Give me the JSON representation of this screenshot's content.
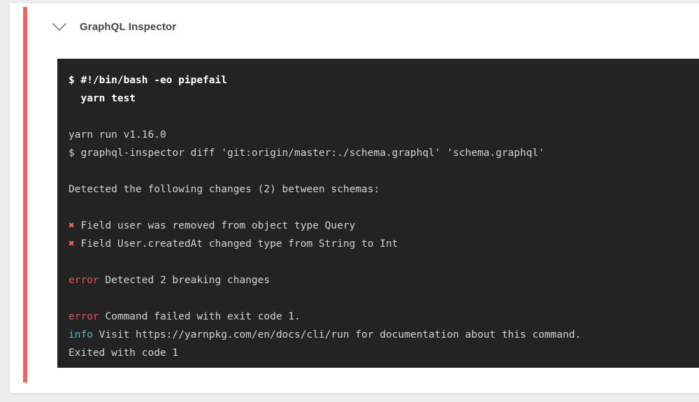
{
  "job": {
    "title": "GraphQL Inspector",
    "collapse_icon": "chevron-down-icon",
    "status_color": "#ec6464",
    "terminal_bg": "#232323"
  },
  "terminal": {
    "lines": [
      {
        "kind": "command",
        "text": "$ #!/bin/bash -eo pipefail"
      },
      {
        "kind": "command",
        "text": "  yarn test"
      },
      {
        "kind": "blank",
        "text": ""
      },
      {
        "kind": "plain",
        "text": "yarn run v1.16.0"
      },
      {
        "kind": "plain",
        "text": "$ graphql-inspector diff 'git:origin/master:./schema.graphql' 'schema.graphql'"
      },
      {
        "kind": "blank",
        "text": ""
      },
      {
        "kind": "plain",
        "text": "Detected the following changes (2) between schemas:"
      },
      {
        "kind": "blank",
        "text": ""
      },
      {
        "kind": "marked",
        "marker": "✖",
        "text": " Field user was removed from object type Query"
      },
      {
        "kind": "marked",
        "marker": "✖",
        "text": " Field User.createdAt changed type from String to Int"
      },
      {
        "kind": "blank",
        "text": ""
      },
      {
        "kind": "tagged",
        "tag": "error",
        "tag_kind": "error",
        "text": " Detected 2 breaking changes"
      },
      {
        "kind": "blank",
        "text": ""
      },
      {
        "kind": "tagged",
        "tag": "error",
        "tag_kind": "error",
        "text": " Command failed with exit code 1."
      },
      {
        "kind": "tagged",
        "tag": "info",
        "tag_kind": "info",
        "text": " Visit https://yarnpkg.com/en/docs/cli/run for documentation about this command."
      },
      {
        "kind": "plain",
        "text": "Exited with code 1"
      }
    ],
    "colors": {
      "error": "#e05561",
      "info": "#4fb8c9",
      "xmark": "#e8605f",
      "text": "#d3d3d3",
      "command": "#ffffff"
    }
  }
}
